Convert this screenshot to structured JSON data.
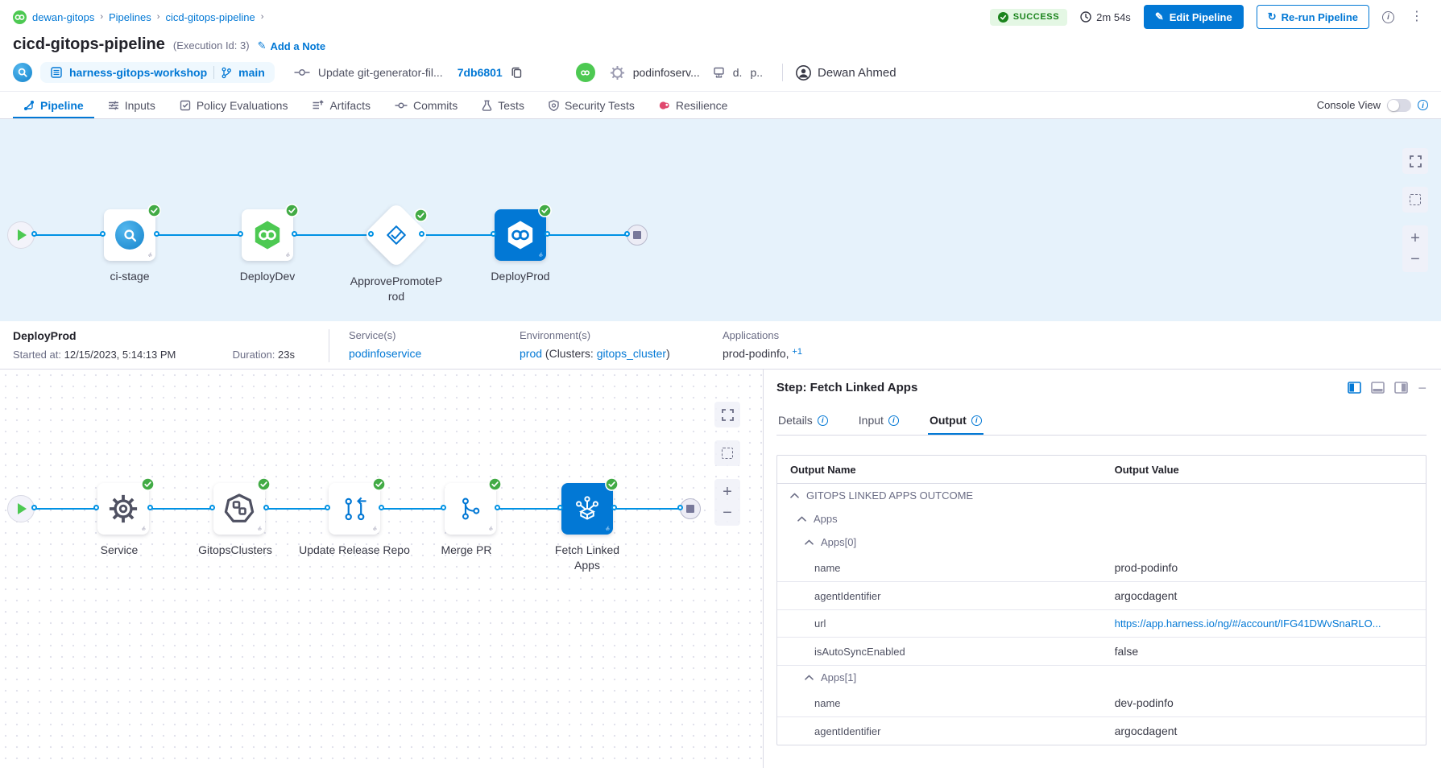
{
  "colors": {
    "primary": "#0278d5",
    "graph_line": "#0092e4",
    "success_text": "#1b841d",
    "success_bg": "#e4f7e4",
    "node_green": "#4dc952",
    "canvas_top_bg": "#e6f2fb"
  },
  "breadcrumb": {
    "items": [
      "dewan-gitops",
      "Pipelines",
      "cicd-gitops-pipeline"
    ]
  },
  "header": {
    "status": "SUCCESS",
    "duration": "2m 54s",
    "edit_button": "Edit Pipeline",
    "rerun_button": "Re-run Pipeline"
  },
  "title": {
    "name": "cicd-gitops-pipeline",
    "execution_id": "(Execution Id: 3)",
    "add_note": "Add a Note"
  },
  "meta": {
    "repo": "harness-gitops-workshop",
    "branch": "main",
    "commit_message": "Update git-generator-fil...",
    "commit_sha": "7db6801",
    "service_short": "podinfoserv...",
    "env_short_1": "d.",
    "env_short_2": "p..",
    "user": "Dewan Ahmed"
  },
  "tabs": {
    "items": [
      {
        "label": "Pipeline"
      },
      {
        "label": "Inputs"
      },
      {
        "label": "Policy Evaluations"
      },
      {
        "label": "Artifacts"
      },
      {
        "label": "Commits"
      },
      {
        "label": "Tests"
      },
      {
        "label": "Security Tests"
      },
      {
        "label": "Resilience"
      }
    ],
    "console_view_label": "Console View"
  },
  "stage_graph": {
    "stages": [
      {
        "label": "ci-stage"
      },
      {
        "label": "DeployDev"
      },
      {
        "label": "ApprovePromoteProd"
      },
      {
        "label": "DeployProd"
      }
    ]
  },
  "stage_info": {
    "name": "DeployProd",
    "started_label": "Started at:",
    "started_value": "12/15/2023, 5:14:13 PM",
    "duration_label": "Duration:",
    "duration_value": "23s",
    "services_label": "Service(s)",
    "services_value": "podinfoservice",
    "environments_label": "Environment(s)",
    "env_link": "prod",
    "env_mid": " (Clusters: ",
    "env_cluster": "gitops_cluster",
    "env_end": ")",
    "applications_label": "Applications",
    "applications_value": "prod-podinfo,",
    "applications_more": "+1"
  },
  "step_graph": {
    "steps": [
      {
        "label": "Service"
      },
      {
        "label": "GitopsClusters"
      },
      {
        "label": "Update Release Repo"
      },
      {
        "label": "Merge PR"
      },
      {
        "label": "Fetch Linked Apps"
      }
    ]
  },
  "step_panel": {
    "title": "Step: Fetch Linked Apps",
    "tabs": [
      {
        "label": "Details"
      },
      {
        "label": "Input"
      },
      {
        "label": "Output"
      }
    ],
    "active_tab": "Output",
    "table": {
      "col1": "Output Name",
      "col2": "Output Value",
      "rows": [
        {
          "type": "section",
          "level": 0,
          "label": "GITOPS LINKED APPS OUTCOME"
        },
        {
          "type": "section",
          "level": 1,
          "label": "Apps"
        },
        {
          "type": "section",
          "level": 2,
          "label": "Apps[0]"
        },
        {
          "type": "kv",
          "key": "name",
          "value": "prod-podinfo"
        },
        {
          "type": "kv",
          "key": "agentIdentifier",
          "value": "argocdagent"
        },
        {
          "type": "kv",
          "key": "url",
          "value": "https://app.harness.io/ng/#/account/IFG41DWvSnaRLO...",
          "link": true
        },
        {
          "type": "kv",
          "key": "isAutoSyncEnabled",
          "value": "false"
        },
        {
          "type": "section",
          "level": 2,
          "label": "Apps[1]"
        },
        {
          "type": "kv",
          "key": "name",
          "value": "dev-podinfo"
        },
        {
          "type": "kv",
          "key": "agentIdentifier",
          "value": "argocdagent"
        }
      ]
    }
  }
}
